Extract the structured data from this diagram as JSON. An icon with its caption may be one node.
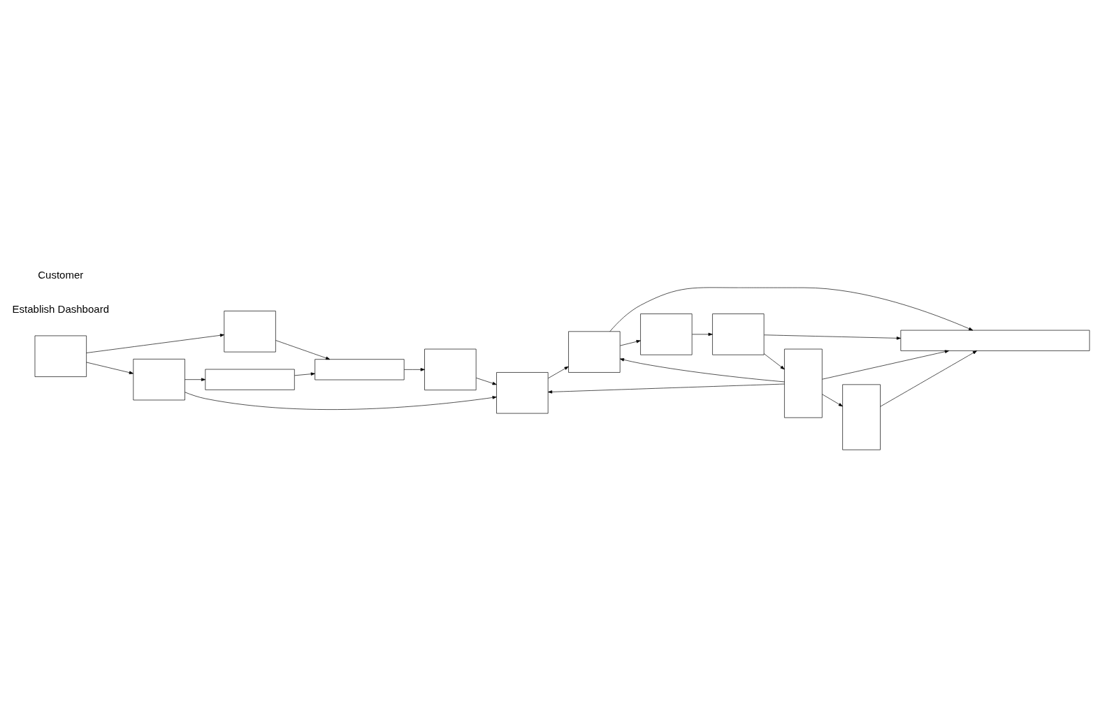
{
  "diagram": {
    "nodes": [
      {
        "text": [],
        "shape": "box"
      },
      {
        "text": [],
        "shape": "box"
      },
      {
        "text": [],
        "shape": "box"
      },
      {
        "text": [],
        "shape": "box"
      },
      {
        "text": [],
        "shape": "box"
      },
      {
        "text": [],
        "shape": "box"
      },
      {
        "text": [],
        "shape": "box"
      },
      {
        "text": [],
        "shape": "box"
      },
      {
        "text": [],
        "shape": "box"
      },
      {
        "text": [],
        "shape": "box"
      },
      {
        "text": [],
        "shape": "box"
      },
      {
        "text": [],
        "shape": "box"
      },
      {
        "text": [],
        "shape": "box"
      }
    ],
    "edges": [
      {
        "from": 3,
        "to": 2,
        "arrow": "to"
      },
      {
        "from": 3,
        "to": 5,
        "arrow": "to"
      },
      {
        "from": 2,
        "to": 0,
        "arrow": "to"
      },
      {
        "from": 12,
        "to": 0,
        "arrow": "to"
      },
      {
        "from": 0,
        "to": 4,
        "arrow": "to"
      },
      {
        "from": 4,
        "to": 6,
        "arrow": "to"
      },
      {
        "from": 5,
        "to": 6,
        "arrow": "to"
      },
      {
        "from": 5,
        "to": 12,
        "arrow": "to"
      },
      {
        "from": 6,
        "to": 7,
        "arrow": "to"
      },
      {
        "from": 7,
        "to": 11,
        "arrow": "to"
      },
      {
        "from": 11,
        "to": 8,
        "arrow": "to"
      },
      {
        "from": 8,
        "to": 9,
        "arrow": "to"
      },
      {
        "from": 9,
        "to": 10,
        "arrow": "to"
      },
      {
        "from": 7,
        "to": 1,
        "arrow": "to"
      },
      {
        "from": 8,
        "to": 1,
        "arrow": "to"
      },
      {
        "from": 9,
        "to": 1,
        "arrow": "to"
      },
      {
        "from": 10,
        "to": 1,
        "arrow": "to"
      },
      {
        "from": 9,
        "to": 6,
        "arrow": "to"
      },
      {
        "from": 9,
        "to": 7,
        "arrow": "to"
      }
    ],
    "labels": [
      "Establish Dashboard",
      "Customer"
    ]
  }
}
